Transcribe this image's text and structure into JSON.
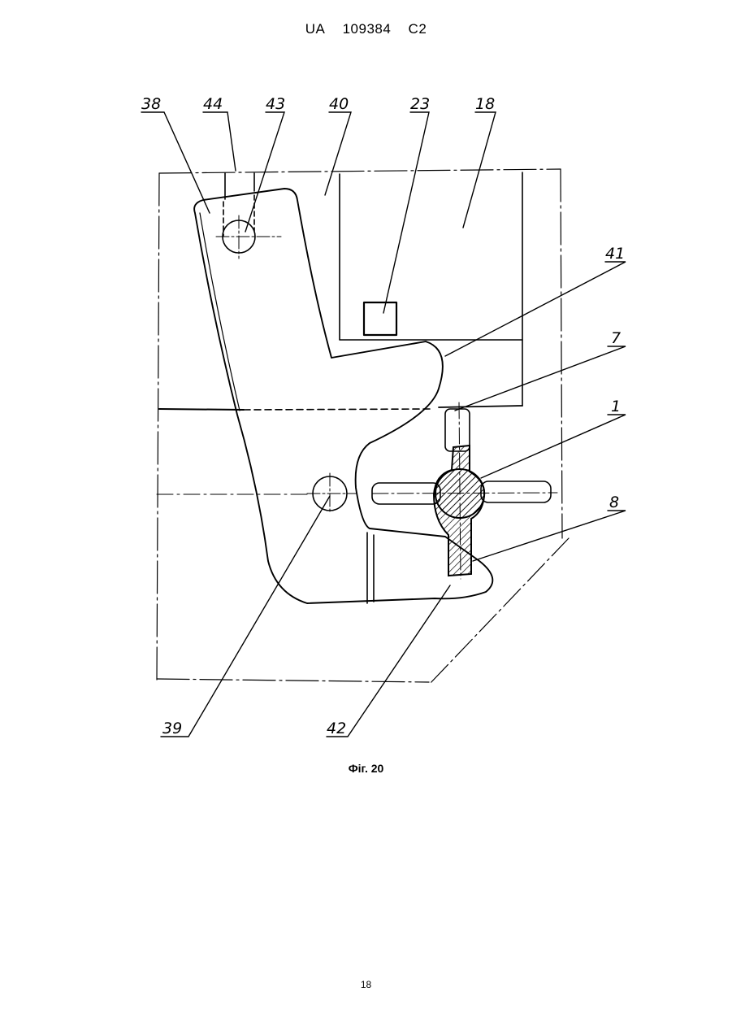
{
  "header": {
    "country": "UA",
    "number": "109384",
    "kind": "C2"
  },
  "figure": {
    "caption": "Фіг. 20",
    "labels": {
      "l38": "38",
      "l44": "44",
      "l43": "43",
      "l40": "40",
      "l23": "23",
      "l18": "18",
      "l41": "41",
      "l7": "7",
      "l1": "1",
      "l8": "8",
      "l39": "39",
      "l42": "42"
    }
  },
  "page_number": "18"
}
